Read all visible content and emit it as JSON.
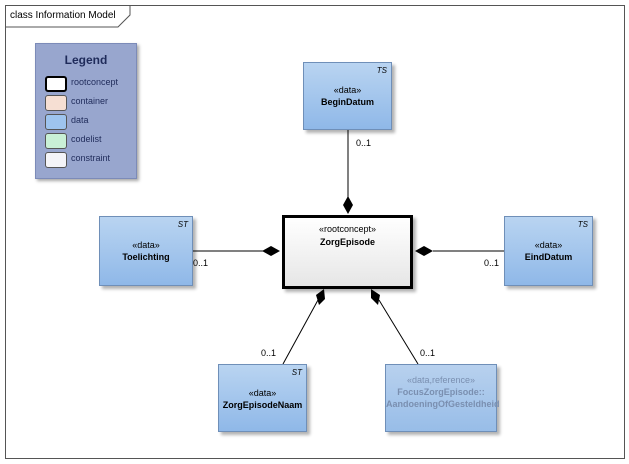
{
  "frame": {
    "title": "class Information Model"
  },
  "legend": {
    "title": "Legend",
    "items": [
      {
        "label": "rootconcept",
        "color": "#ffffff",
        "border": "#000000"
      },
      {
        "label": "container",
        "color": "#f6dfd3",
        "border": "#555555"
      },
      {
        "label": "data",
        "color": "#9ec4ee",
        "border": "#555555"
      },
      {
        "label": "codelist",
        "color": "#c9f0d6",
        "border": "#555555"
      },
      {
        "label": "constraint",
        "color": "#f4f4f8",
        "border": "#555555"
      }
    ]
  },
  "root": {
    "stereotype": "«rootconcept»",
    "name": "ZorgEpisode"
  },
  "classes": {
    "begin": {
      "stereotype": "«data»",
      "name": "BeginDatum",
      "tag": "TS"
    },
    "toelichting": {
      "stereotype": "«data»",
      "name": "Toelichting",
      "tag": "ST"
    },
    "eind": {
      "stereotype": "«data»",
      "name": "EindDatum",
      "tag": "TS"
    },
    "naam": {
      "stereotype": "«data»",
      "name": "ZorgEpisodeNaam",
      "tag": "ST"
    },
    "focus": {
      "stereotype": "«data,reference»",
      "name_line1": "FocusZorgEpisode::",
      "name_line2": "AandoeningOfGesteldheid"
    }
  },
  "multiplicities": {
    "begin": "0..1",
    "toelichting": "0..1",
    "eind": "0..1",
    "naam": "0..1",
    "focus": "0..1"
  }
}
